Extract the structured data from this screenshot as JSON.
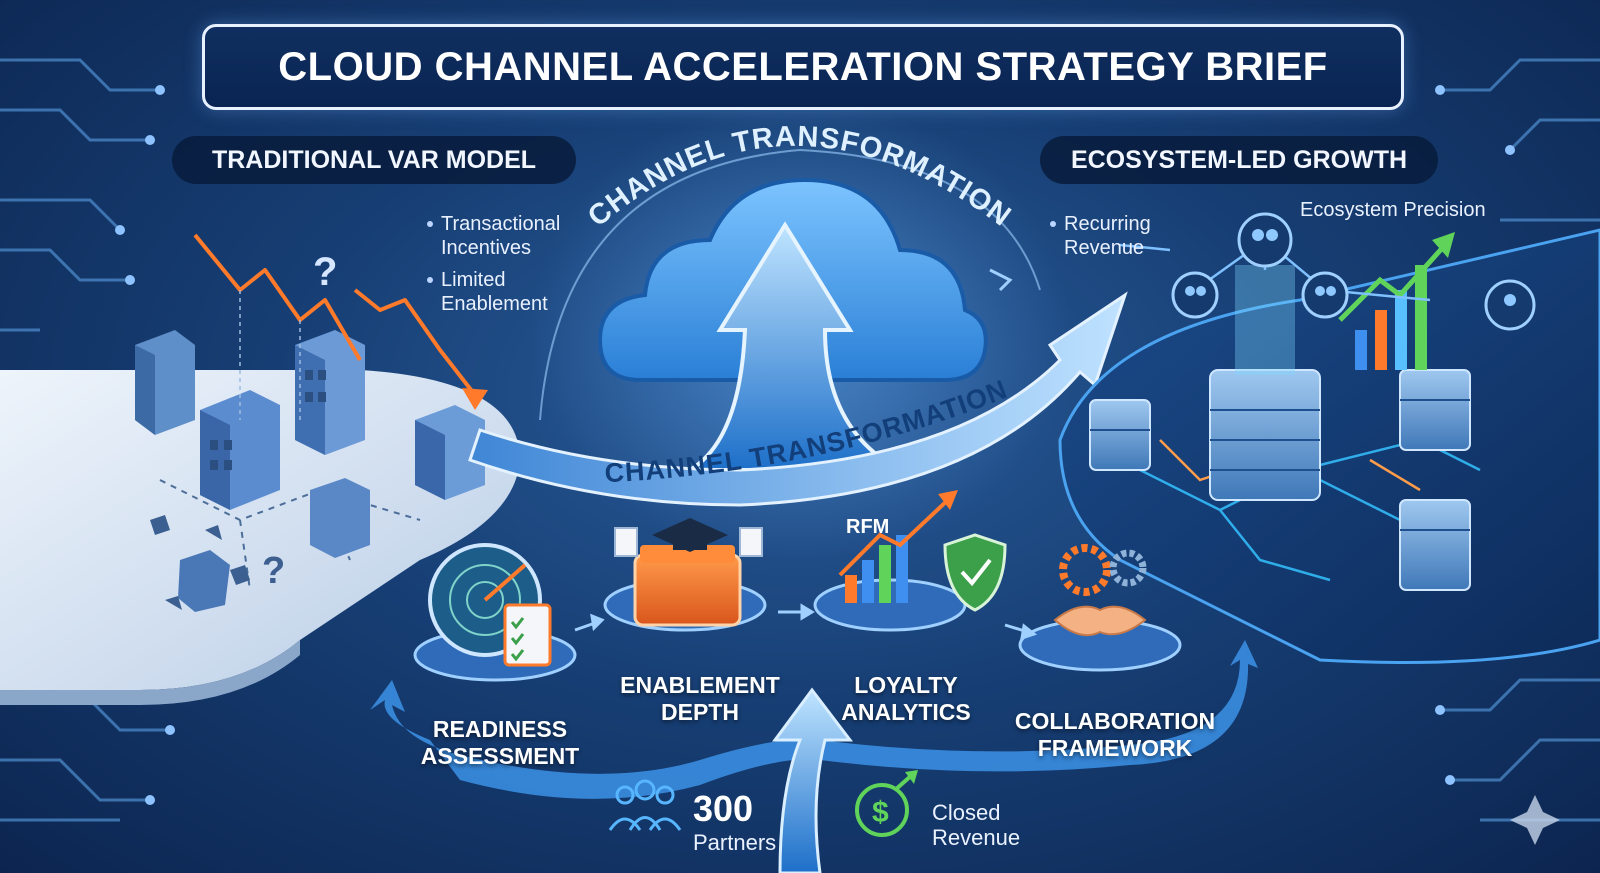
{
  "title": "CLOUD CHANNEL ACCELERATION STRATEGY BRIEF",
  "left_panel": {
    "heading": "TRADITIONAL VAR MODEL",
    "notes": [
      "Transactional Incentives",
      "Limited Enablement"
    ]
  },
  "right_panel": {
    "heading": "ECOSYSTEM-LED GROWTH",
    "notes": [
      "Recurring Revenue",
      "Ecosystem Precision"
    ]
  },
  "center": {
    "arc_top": "CHANNEL TRANSFORMATION",
    "arc_bottom": "CHANNEL TRANSFORMATION"
  },
  "steps": [
    {
      "label": "READINESS ASSESSMENT",
      "icon": "radar-clipboard-icon"
    },
    {
      "label": "ENABLEMENT DEPTH",
      "icon": "graduation-toolbox-icon"
    },
    {
      "label": "LOYALTY ANALYTICS",
      "icon": "chart-shield-icon",
      "tag": "RFM"
    },
    {
      "label": "COLLABORATION FRAMEWORK",
      "icon": "handshake-gears-icon"
    }
  ],
  "stats": [
    {
      "value": "300",
      "label": "Partners",
      "icon": "people-icon"
    },
    {
      "value": "",
      "label": "Closed Revenue",
      "icon": "dollar-growth-icon"
    }
  ],
  "colors": {
    "background": "#173f75",
    "accent_blue": "#4aa3f0",
    "decline_orange": "#ff7a2a",
    "growth_green": "#5fd35a"
  }
}
